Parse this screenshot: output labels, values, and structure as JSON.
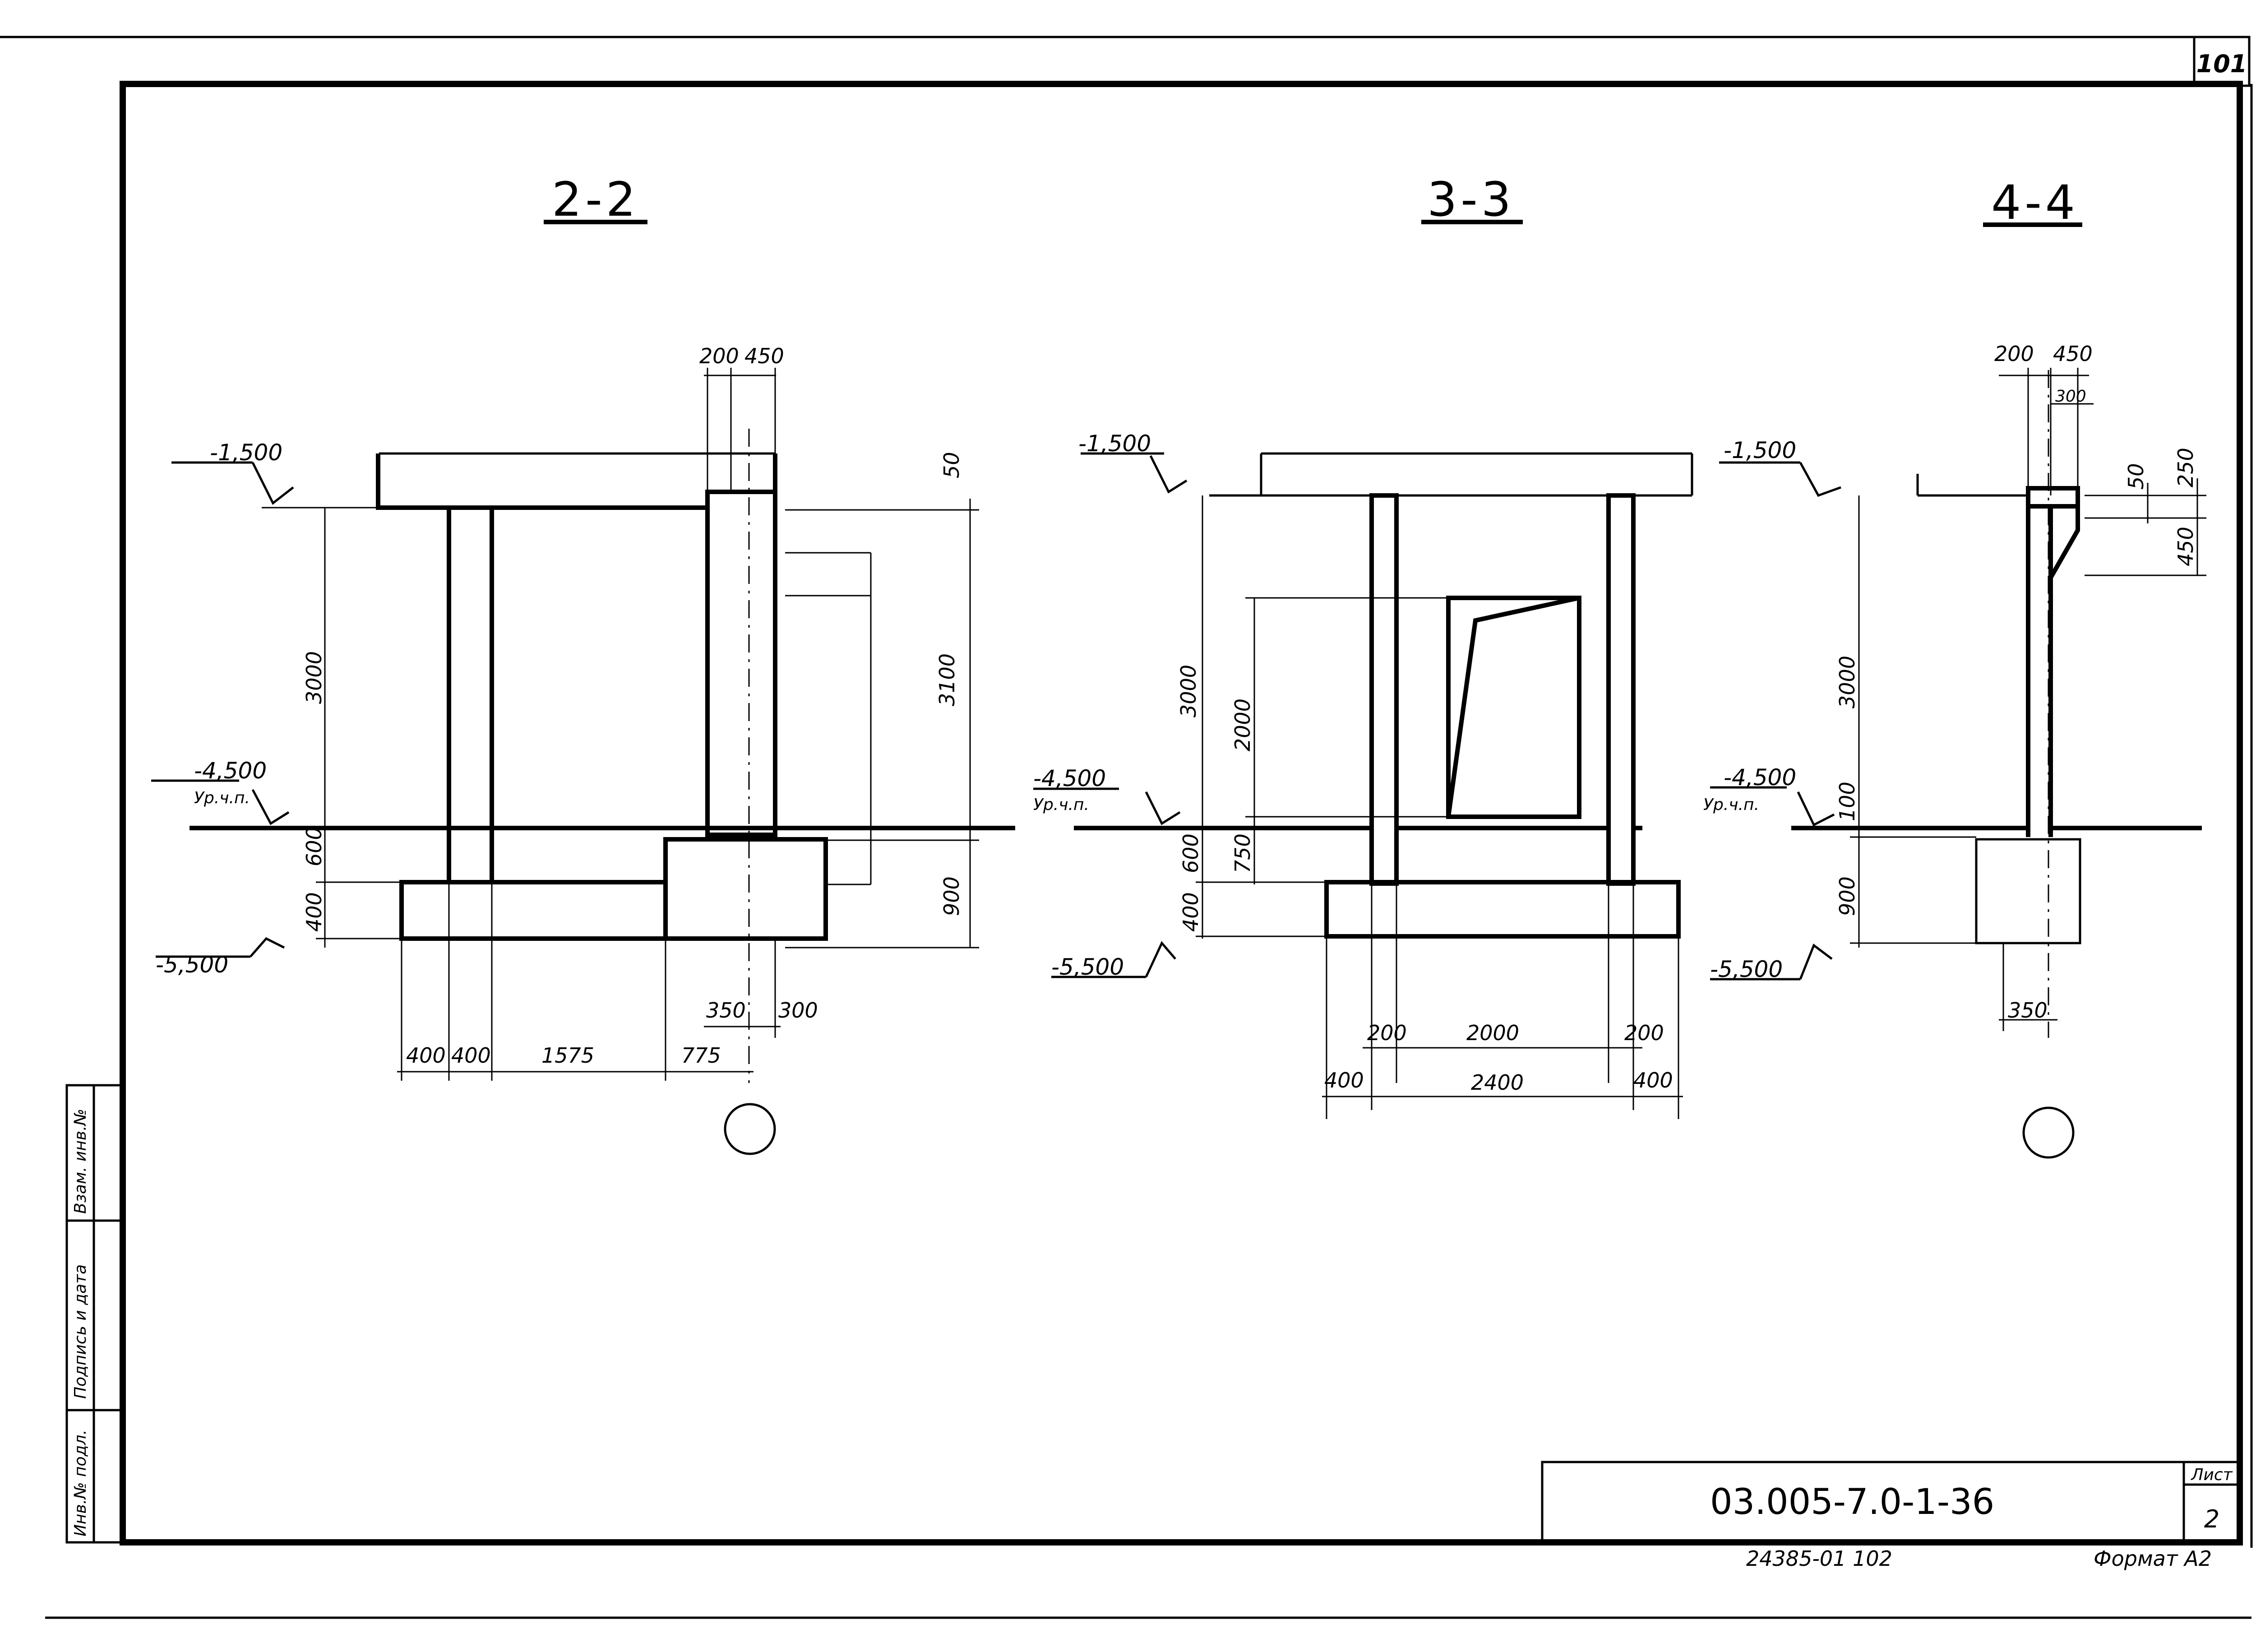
{
  "page_number": "101",
  "sections": {
    "s22": {
      "title": "2-2",
      "elev_top": "-1,500",
      "elev_ground": "-4,500",
      "ground_label": "Ур.ч.п.",
      "elev_bottom": "-5,500",
      "dims": {
        "top_200": "200",
        "top_450": "450",
        "top_50": "50",
        "h3000": "3000",
        "h3100": "3100",
        "h600": "600",
        "h400": "400",
        "h900": "900",
        "w400a": "400",
        "w400b": "400",
        "w1575": "1575",
        "w775": "775",
        "w350": "350",
        "w300": "300"
      }
    },
    "s33": {
      "title": "3-3",
      "elev_top": "-1,500",
      "elev_ground": "-4,500",
      "ground_label": "Ур.ч.п.",
      "elev_bottom": "-5,500",
      "dims": {
        "h3000": "3000",
        "h2000": "2000",
        "h600": "600",
        "h750": "750",
        "h400": "400",
        "w200a": "200",
        "w2000": "2000",
        "w200b": "200",
        "w400a": "400",
        "w2400": "2400",
        "w400b": "400"
      }
    },
    "s44": {
      "title": "4-4",
      "elev_top": "-1,500",
      "elev_ground": "-4,500",
      "ground_label": "Ур.ч.п.",
      "elev_bottom": "-5,500",
      "dims": {
        "top_200": "200",
        "top_450": "450",
        "top_300": "300",
        "r50": "50",
        "r250": "250",
        "r450": "450",
        "h3000": "3000",
        "h100": "100",
        "h900": "900",
        "w350": "350"
      }
    }
  },
  "side_stamp": {
    "row1": "Взам. инв.№",
    "row2": "Подпись и дата",
    "row3": "Инв.№ подл."
  },
  "title_block": {
    "code": "03.005-7.0-1-36",
    "sheet_label": "Лист",
    "sheet_number": "2"
  },
  "footer": {
    "archive": "24385-01  102",
    "format": "Формат А2"
  }
}
